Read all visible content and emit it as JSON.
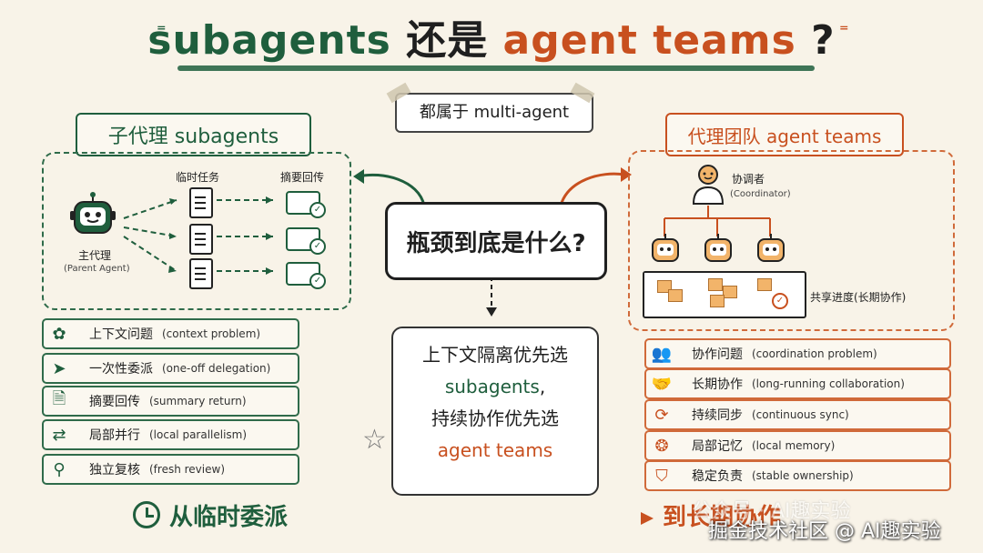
{
  "title": {
    "part1": "subagents",
    "part2": "还是",
    "part3": "agent teams",
    "part4": "?"
  },
  "colors": {
    "green": "#1f5e3d",
    "orange": "#c8501f",
    "background": "#f8f3e8"
  },
  "center_tag": "都属于 multi-agent",
  "left": {
    "header": "子代理 subagents",
    "temp_task_label": "临时任务",
    "summary_return_label": "摘要回传",
    "agent_label": "主代理",
    "agent_sub": "(Parent Agent)",
    "items": [
      {
        "icon": "openai-icon",
        "zh": "上下文问题",
        "en": "(context problem)"
      },
      {
        "icon": "paper-plane-icon",
        "zh": "一次性委派",
        "en": "(one-off delegation)"
      },
      {
        "icon": "document-check-icon",
        "zh": "摘要回传",
        "en": "(summary return)"
      },
      {
        "icon": "parallel-arrows-icon",
        "zh": "局部并行",
        "en": "(local parallelism)"
      },
      {
        "icon": "magnifier-icon",
        "zh": "独立复核",
        "en": "(fresh review)"
      }
    ]
  },
  "right": {
    "header": "代理团队 agent teams",
    "coordinator": "协调者",
    "coordinator_sub": "(Coordinator)",
    "shared_progress": "共享进度(长期协作)",
    "items": [
      {
        "icon": "people-icon",
        "zh": "协作问题",
        "en": "(coordination problem)"
      },
      {
        "icon": "handshake-icon",
        "zh": "长期协作",
        "en": "(long-running collaboration)"
      },
      {
        "icon": "sync-icon",
        "zh": "持续同步",
        "en": "(continuous sync)"
      },
      {
        "icon": "brain-icon",
        "zh": "局部记忆",
        "en": "(local memory)"
      },
      {
        "icon": "shield-check-icon",
        "zh": "稳定负责",
        "en": "(stable ownership)"
      }
    ]
  },
  "center_question": "瓶颈到底是什么?",
  "answer": {
    "line1": "上下文隔离优先选",
    "line2": "subagents",
    "line2_suffix": ",",
    "line3": "持续协作优先选",
    "line4": "agent teams"
  },
  "bottom": {
    "left": "从临时委派",
    "right": "到长期协作"
  },
  "watermark": {
    "line1": "公众号 · AI趣实验",
    "line2": "掘金技术社区 @ AI趣实验"
  }
}
